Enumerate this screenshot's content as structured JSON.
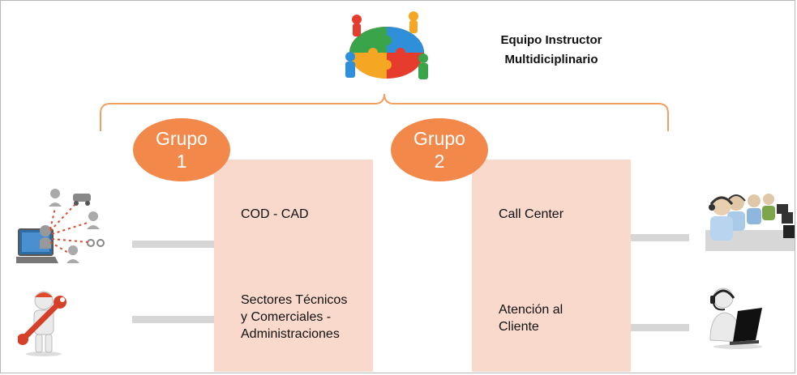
{
  "title": {
    "line1": "Equipo Instructor",
    "line2": "Multidiciplinario"
  },
  "groups": [
    {
      "label_line1": "Grupo",
      "label_line2": "1",
      "items": [
        {
          "lines": [
            "COD - CAD"
          ]
        },
        {
          "lines": [
            "Sectores Técnicos",
            "y Comerciales -",
            "Administraciones"
          ]
        }
      ]
    },
    {
      "label_line1": "Grupo",
      "label_line2": "2",
      "items": [
        {
          "lines": [
            "Call Center"
          ]
        },
        {
          "lines": [
            "Atención al",
            "Cliente"
          ]
        }
      ]
    }
  ],
  "colors": {
    "accent_orange": "#f2894a",
    "box_fill": "#f9d9cc",
    "connector_gray": "#d6d6d6",
    "brace_color": "#f0a060"
  },
  "icons": {
    "team": "puzzle-team-icon",
    "dispatch": "dispatch-network-icon",
    "technician": "technician-wrench-icon",
    "call_center": "call-center-operators-icon",
    "customer_service": "headset-laptop-icon"
  }
}
